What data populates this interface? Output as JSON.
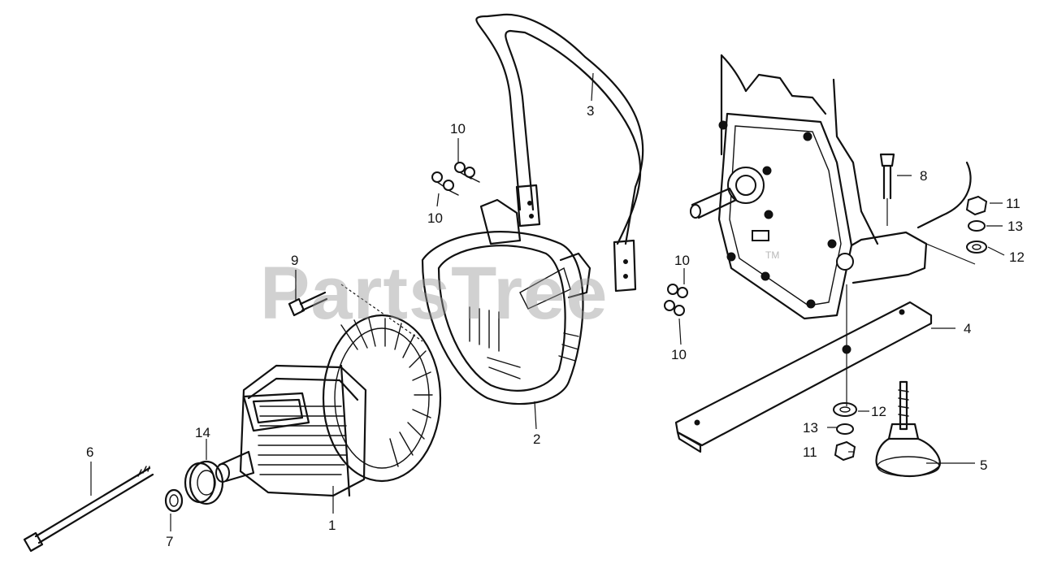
{
  "watermark": {
    "text": "PartsTree",
    "trademark": "TM"
  },
  "callouts": [
    {
      "id": "c-1",
      "label": "1"
    },
    {
      "id": "c-2",
      "label": "2"
    },
    {
      "id": "c-3",
      "label": "3"
    },
    {
      "id": "c-4",
      "label": "4"
    },
    {
      "id": "c-5",
      "label": "5"
    },
    {
      "id": "c-6",
      "label": "6"
    },
    {
      "id": "c-7",
      "label": "7"
    },
    {
      "id": "c-8",
      "label": "8"
    },
    {
      "id": "c-9",
      "label": "9"
    },
    {
      "id": "c-10a",
      "label": "10"
    },
    {
      "id": "c-10b",
      "label": "10"
    },
    {
      "id": "c-10c",
      "label": "10"
    },
    {
      "id": "c-10d",
      "label": "10"
    },
    {
      "id": "c-11a",
      "label": "11"
    },
    {
      "id": "c-11b",
      "label": "11"
    },
    {
      "id": "c-12a",
      "label": "12"
    },
    {
      "id": "c-12b",
      "label": "12"
    },
    {
      "id": "c-13a",
      "label": "13"
    },
    {
      "id": "c-13b",
      "label": "13"
    },
    {
      "id": "c-14",
      "label": "14"
    }
  ]
}
